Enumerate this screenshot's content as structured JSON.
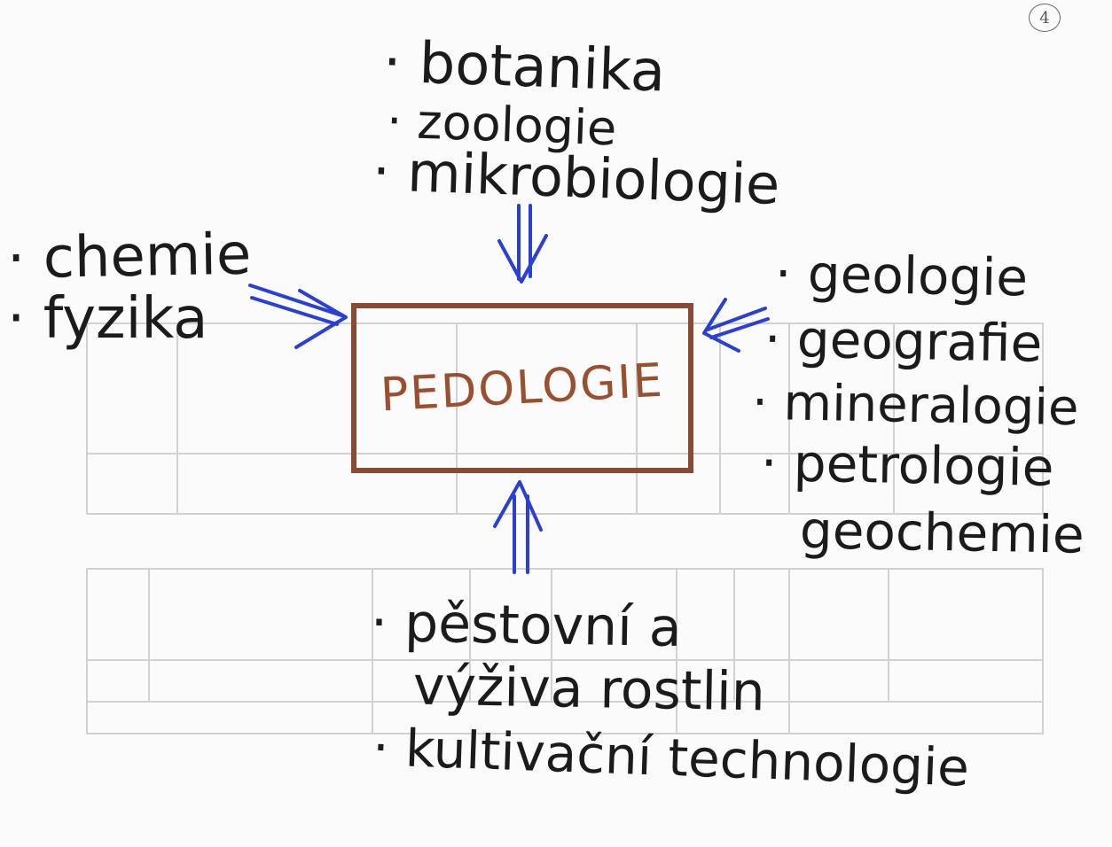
{
  "page_number": "4",
  "center": {
    "label": "PEDOLOGIE"
  },
  "top_group": {
    "items": [
      "· botanika",
      "· zoologie",
      "· mikrobiologie"
    ]
  },
  "left_group": {
    "items": [
      "· chemie",
      "· fyzika"
    ]
  },
  "right_group": {
    "items": [
      "· geologie",
      "· geografie",
      "· mineralogie",
      "· petrologie",
      "geochemie"
    ]
  },
  "bottom_group": {
    "items": [
      "· pěstovní a",
      "výživa rostlin",
      "· kultivační technologie"
    ]
  },
  "colors": {
    "ink": "#1b1b1b",
    "arrow": "#2a3fd6",
    "box": "#8a4a33",
    "box_text": "#9a4f2f"
  }
}
